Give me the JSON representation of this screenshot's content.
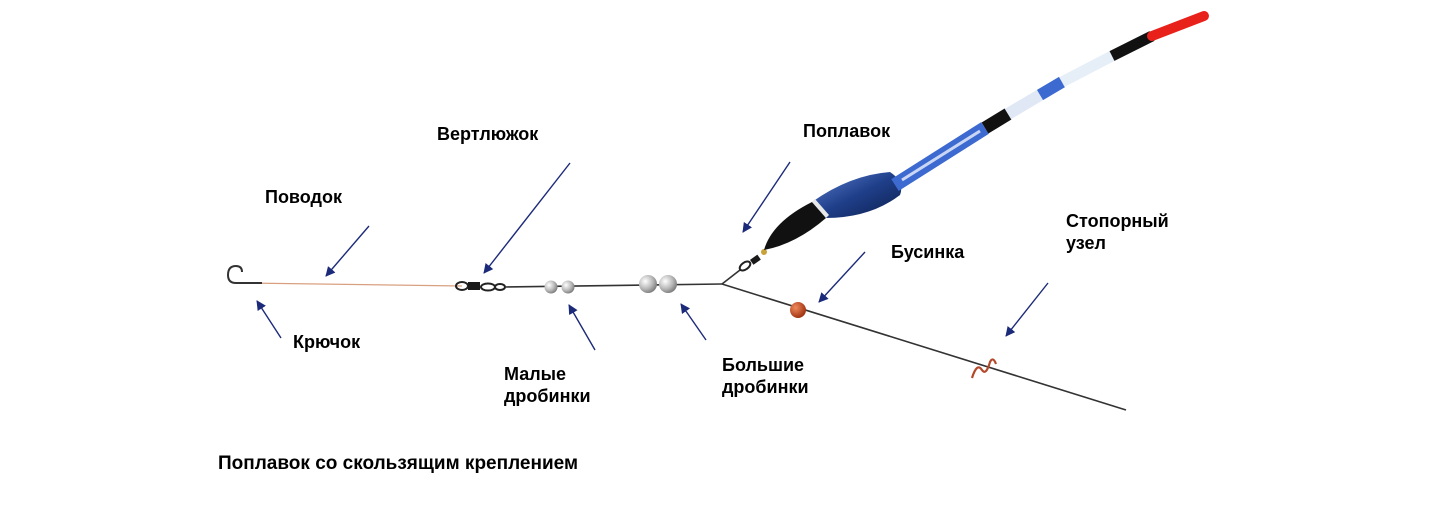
{
  "labels": {
    "hook": "Крючок",
    "leader": "Поводок",
    "swivel": "Вертлюжок",
    "small_shot": [
      "Малые",
      "дробинки"
    ],
    "big_shot": [
      "Большие",
      "дробинки"
    ],
    "float": "Поплавок",
    "bead": "Бусинка",
    "stop_knot": [
      "Стопорный",
      "узел"
    ]
  },
  "caption": "Поплавок со скользящим креплением",
  "colors": {
    "float_tip": "#e8211b",
    "float_body": "#1f3f8a",
    "float_base": "#111111",
    "bead": "#c24a1d",
    "stop_knot": "#b4482a",
    "line": "#333333",
    "arrow": "#1c2a7a"
  }
}
